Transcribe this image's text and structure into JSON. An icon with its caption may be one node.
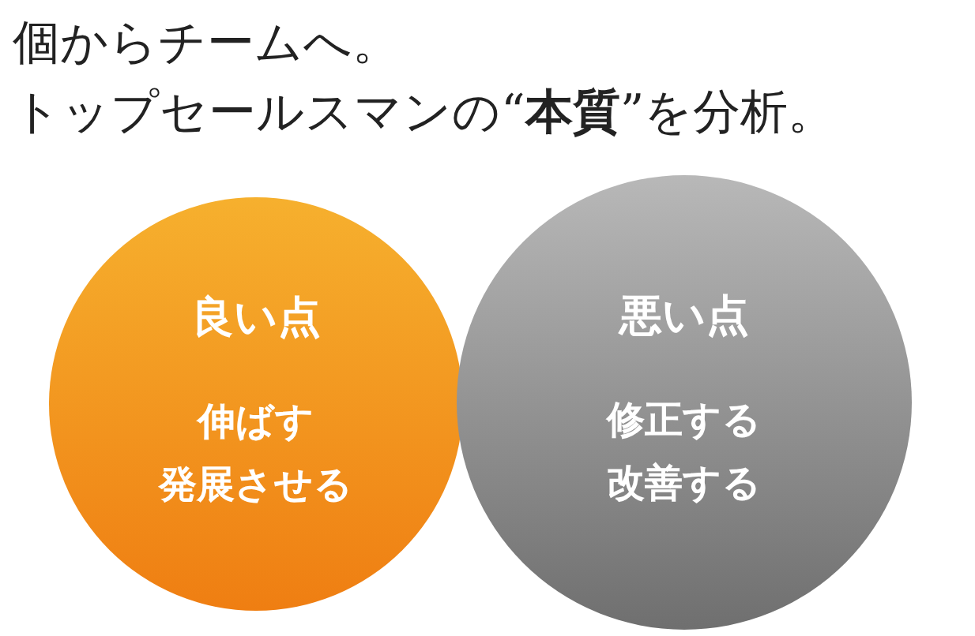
{
  "diagram": {
    "title": "個からチームへ。トップセールスマンの“**本質**”を分析。",
    "nodes": [
      {
        "text": [
          "良い点",
          "伸ばす",
          "発展させる"
        ]
      },
      {
        "text": [
          "悪い点",
          "修正する",
          "改善する"
        ]
      }
    ]
  }
}
